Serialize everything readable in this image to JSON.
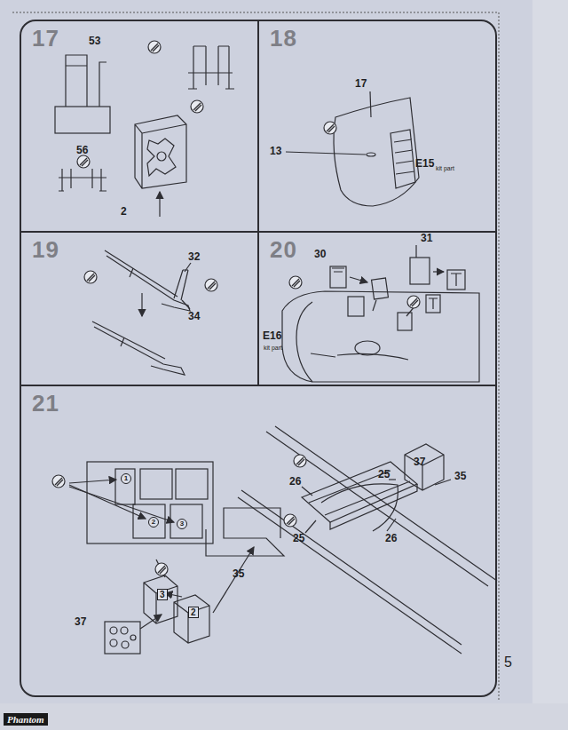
{
  "diagram": {
    "nodes": [
      {
        "text": [
          "17"
        ]
      },
      {
        "text": [
          "18"
        ]
      },
      {
        "text": [
          "19"
        ]
      },
      {
        "text": [
          "20"
        ]
      },
      {
        "text": [
          "21"
        ]
      }
    ],
    "labels": [
      "53",
      "56",
      "2",
      "17",
      "13",
      "E15",
      "kit part",
      "32",
      "34",
      "30",
      "31",
      "E16",
      "kit part",
      "1",
      "2",
      "3",
      "37",
      "35",
      "26",
      "25",
      "25",
      "26",
      "35",
      "3",
      "2",
      "37",
      "5",
      "Phantom"
    ]
  }
}
